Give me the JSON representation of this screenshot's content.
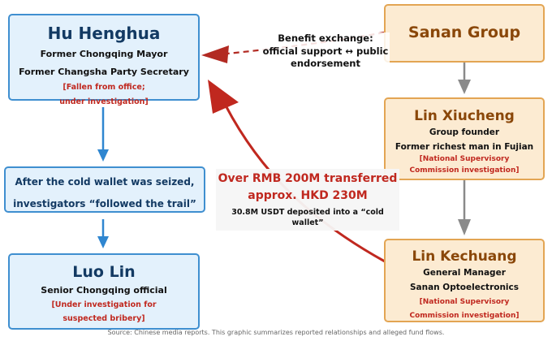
{
  "hu": {
    "name": "Hu Henghua",
    "role1": "Former Chongqing Mayor",
    "role2": "Former Changsha Party Secretary",
    "status1": "[Fallen from office;",
    "status2": "under investigation]"
  },
  "trail": {
    "line1": "After the cold wallet was seized,",
    "line2": "investigators “followed the trail”"
  },
  "luo": {
    "name": "Luo Lin",
    "role": "Senior Chongqing official",
    "status1": "[Under investigation for",
    "status2": "suspected bribery]"
  },
  "sanan": {
    "name": "Sanan Group"
  },
  "lin_xiucheng": {
    "name": "Lin Xiucheng",
    "role1": "Group founder",
    "role2": "Former richest man in Fujian",
    "status1": "[National Supervisory",
    "status2": "Commission investigation]"
  },
  "lin_kechuang": {
    "name": "Lin Kechuang",
    "role1": "General Manager",
    "role2": "Sanan Optoelectronics",
    "status1": "[National Supervisory",
    "status2": "Commission investigation]"
  },
  "benefit": {
    "line1": "Benefit exchange:",
    "line2": "official support ↔ public",
    "line3": "endorsement"
  },
  "transfer": {
    "line1": "Over RMB 200M transferred",
    "line2": "approx. HKD 230M",
    "line3": "30.8M USDT deposited into a “cold",
    "line4": "wallet”"
  },
  "source": "Source: Chinese media reports. This graphic summarizes reported relationships and alleged fund flows.",
  "colors": {
    "blue_border": "#3f8fd0",
    "orange_border": "#e3a553",
    "red_accent": "#c0281f",
    "gray_arrow": "#8a8a8a"
  }
}
